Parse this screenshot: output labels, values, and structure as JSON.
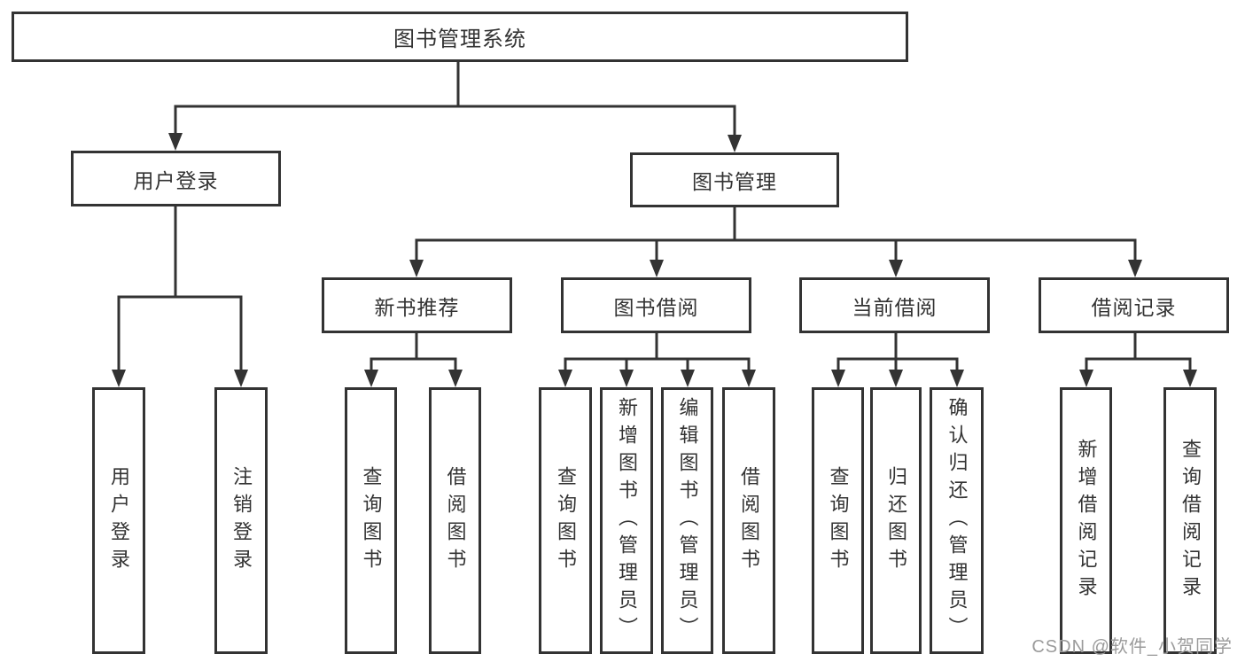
{
  "colors": {
    "line": "#333333",
    "text": "#333333",
    "box_background": "#ffffff",
    "watermark": "#9b9b9b"
  },
  "watermark": "CSDN @软件_小贺同学",
  "tree": {
    "root": {
      "label": "图书管理系统"
    },
    "level1": [
      {
        "label": "用户登录"
      },
      {
        "label": "图书管理"
      }
    ],
    "level2": [
      {
        "label": "新书推荐"
      },
      {
        "label": "图书借阅"
      },
      {
        "label": "当前借阅"
      },
      {
        "label": "借阅记录"
      }
    ],
    "leaves": {
      "user_login": [
        "用户登录",
        "注销登录"
      ],
      "new_book_recommend": [
        "查询图书",
        "借阅图书"
      ],
      "book_borrow": [
        "查询图书",
        "新增图书（管理员）",
        "编辑图书（管理员）",
        "借阅图书"
      ],
      "current_borrow": [
        "查询图书",
        "归还图书",
        "确认归还（管理员）"
      ],
      "borrow_record": [
        "新增借阅记录",
        "查询借阅记录"
      ]
    }
  }
}
